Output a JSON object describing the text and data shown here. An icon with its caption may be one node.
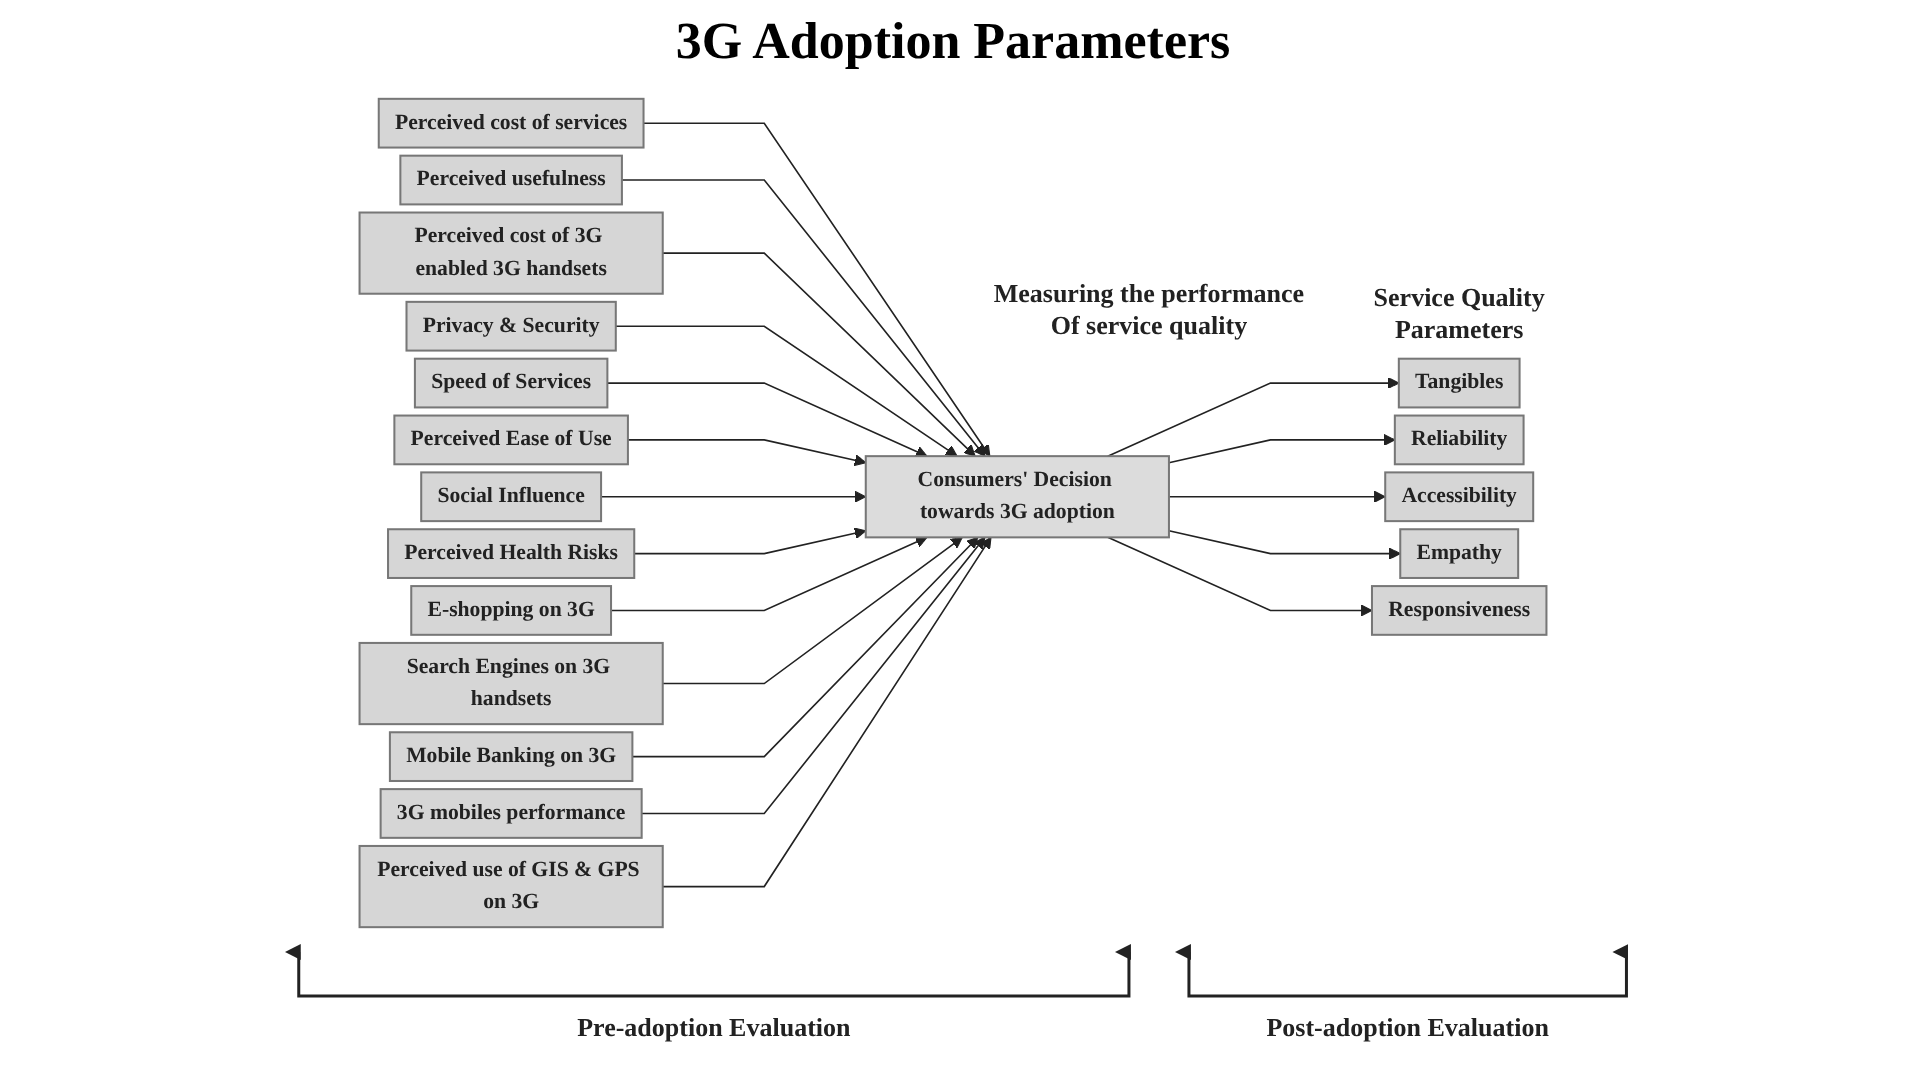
{
  "diagram": {
    "title": "3G Adoption Parameters",
    "nodes": [
      {
        "text": [
          "Perceived cost of services"
        ]
      },
      {
        "text": [
          "Perceived usefulness"
        ]
      },
      {
        "text": [
          "Perceived cost of 3G enabled 3G handsets"
        ]
      },
      {
        "text": [
          "Privacy & Security"
        ]
      },
      {
        "text": [
          "Speed of Services"
        ]
      },
      {
        "text": [
          "Perceived Ease of Use"
        ]
      },
      {
        "text": [
          "Social Influence"
        ]
      },
      {
        "text": [
          "Perceived Health Risks"
        ]
      },
      {
        "text": [
          "E-shopping on 3G"
        ]
      },
      {
        "text": [
          "Search Engines on 3G handsets"
        ]
      },
      {
        "text": [
          "Mobile Banking on 3G"
        ]
      },
      {
        "text": [
          "3G mobiles performance"
        ]
      },
      {
        "text": [
          "Perceived use of GIS & GPS on 3G"
        ]
      },
      {
        "text": [
          "Consumers' Decision towards 3G adoption"
        ]
      },
      {
        "text": [
          "Tangibles"
        ]
      },
      {
        "text": [
          "Reliability"
        ]
      },
      {
        "text": [
          "Accessibility"
        ]
      },
      {
        "text": [
          "Empathy"
        ]
      },
      {
        "text": [
          "Responsiveness"
        ]
      }
    ],
    "edges": [
      {
        "from": 0,
        "to": 13,
        "arrow": "to"
      },
      {
        "from": 1,
        "to": 13,
        "arrow": "to"
      },
      {
        "from": 2,
        "to": 13,
        "arrow": "to"
      },
      {
        "from": 3,
        "to": 13,
        "arrow": "to"
      },
      {
        "from": 4,
        "to": 13,
        "arrow": "to"
      },
      {
        "from": 5,
        "to": 13,
        "arrow": "to"
      },
      {
        "from": 6,
        "to": 13,
        "arrow": "to"
      },
      {
        "from": 7,
        "to": 13,
        "arrow": "to"
      },
      {
        "from": 8,
        "to": 13,
        "arrow": "to"
      },
      {
        "from": 9,
        "to": 13,
        "arrow": "to"
      },
      {
        "from": 10,
        "to": 13,
        "arrow": "to"
      },
      {
        "from": 11,
        "to": 13,
        "arrow": "to"
      },
      {
        "from": 12,
        "to": 13,
        "arrow": "to"
      },
      {
        "from": 13,
        "to": 14,
        "arrow": "to"
      },
      {
        "from": 13,
        "to": 15,
        "arrow": "to"
      },
      {
        "from": 13,
        "to": 16,
        "arrow": "to"
      },
      {
        "from": 13,
        "to": 17,
        "arrow": "to"
      },
      {
        "from": 13,
        "to": 18,
        "arrow": "to"
      }
    ],
    "labels": [
      "Service Quality Parameters",
      "Measuring the performance Of service quality",
      "Pre-adoption Evaluation",
      "Post-adoption Evaluation"
    ]
  }
}
